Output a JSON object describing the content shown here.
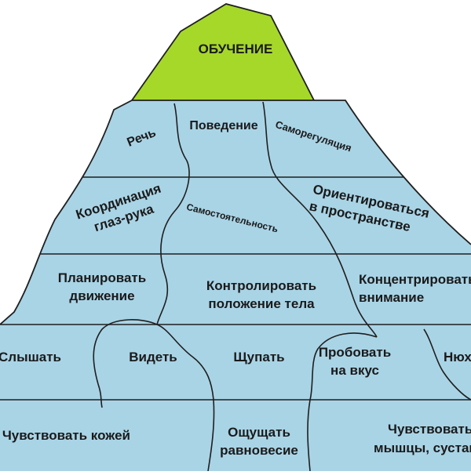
{
  "colors": {
    "ice": "#a9d4e6",
    "peak": "#a6d82a",
    "line": "#1f1f1f",
    "text": "#1a1a1a",
    "background": "#ffffff"
  },
  "peak": {
    "label": "ОБУЧЕНИЕ"
  },
  "levels": [
    {
      "blocks": [
        {
          "key": "speech",
          "label": "Речь"
        },
        {
          "key": "behavior",
          "label": "Поведение"
        },
        {
          "key": "self_regulation",
          "label": "Саморегуляция"
        }
      ]
    },
    {
      "blocks": [
        {
          "key": "eye_hand",
          "line1": "Координация",
          "line2": "глаз-рука"
        },
        {
          "key": "independence",
          "label": "Самостоятельность"
        },
        {
          "key": "orientation",
          "line1": "Ориентироваться",
          "line2": "в пространстве"
        }
      ]
    },
    {
      "blocks": [
        {
          "key": "plan_movement",
          "line1": "Планировать",
          "line2": "движение"
        },
        {
          "key": "body_position",
          "line1": "Контролировать",
          "line2": "положение тела"
        },
        {
          "key": "concentrate",
          "line1": "Концентрировать",
          "line2": "внимание"
        }
      ]
    },
    {
      "blocks": [
        {
          "key": "hear",
          "label": "Слышать"
        },
        {
          "key": "see",
          "label": "Видеть"
        },
        {
          "key": "touch",
          "label": "Щупать"
        },
        {
          "key": "taste",
          "line1": "Пробовать",
          "line2": "на вкус"
        },
        {
          "key": "smell",
          "label": "Нюхать"
        }
      ]
    },
    {
      "blocks": [
        {
          "key": "skin",
          "label": "Чувствовать кожей"
        },
        {
          "key": "balance",
          "line1": "Ощущать",
          "line2": "равновесие"
        },
        {
          "key": "muscles",
          "line1": "Чувствовать",
          "line2": "мышцы, суставы"
        }
      ]
    }
  ]
}
